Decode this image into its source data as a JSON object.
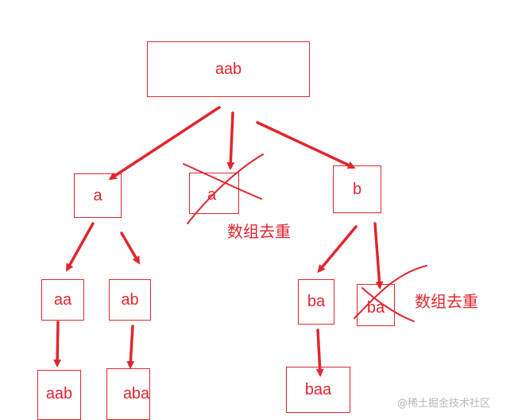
{
  "diagram": {
    "accent_color": "#e0262e",
    "nodes": {
      "root": "aab",
      "level1_a": "a",
      "level1_a_dup": "a",
      "level1_b": "b",
      "level2_aa": "aa",
      "level2_ab": "ab",
      "level2_ba": "ba",
      "level2_ba_dup": "ba",
      "level3_aab": "aab",
      "level3_aba": "aba",
      "level3_baa": "baa"
    },
    "annotations": {
      "dedup_note_1": "数组去重",
      "dedup_note_2": "数组去重"
    },
    "watermark": "@稀土掘金技术社区"
  }
}
